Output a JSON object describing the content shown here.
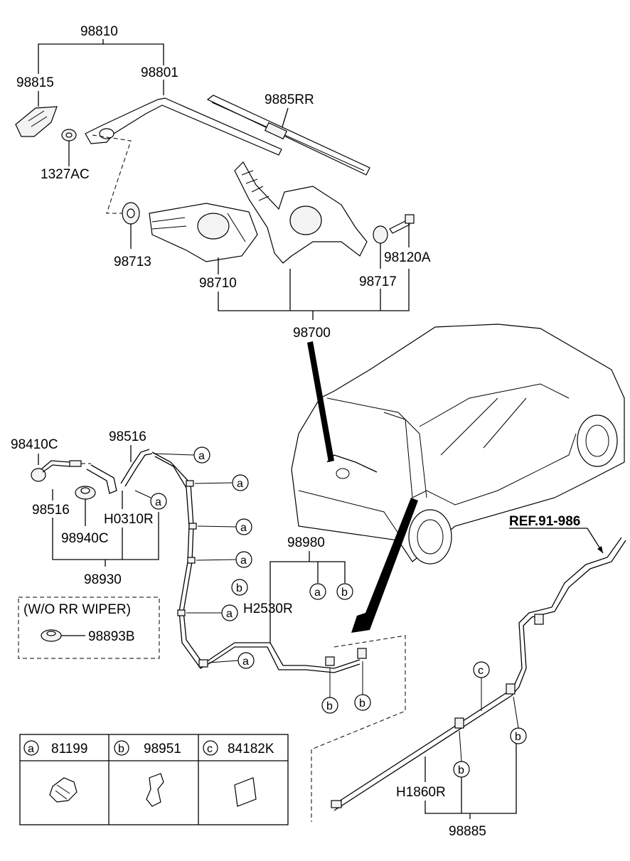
{
  "part_labels": {
    "p98810": "98810",
    "p98815": "98815",
    "p98801": "98801",
    "p9885RR": "9885RR",
    "p1327AC": "1327AC",
    "p98713": "98713",
    "p98710": "98710",
    "p98717": "98717",
    "p98120A": "98120A",
    "p98700": "98700",
    "p98410C": "98410C",
    "p98516_top": "98516",
    "p98516_left": "98516",
    "pH0310R": "H0310R",
    "p98940C": "98940C",
    "p98930": "98930",
    "p98980": "98980",
    "pH2530R": "H2530R",
    "p98893B": "98893B",
    "pH1860R": "H1860R",
    "p98885": "98885"
  },
  "ref_label": "REF.91-986",
  "wo_rr_wiper_label": "(W/O RR WIPER)",
  "callout_letters": {
    "a": "a",
    "b": "b",
    "c": "c"
  },
  "legend": [
    {
      "letter": "a",
      "part": "81199"
    },
    {
      "letter": "b",
      "part": "98951"
    },
    {
      "letter": "c",
      "part": "84182K"
    }
  ]
}
